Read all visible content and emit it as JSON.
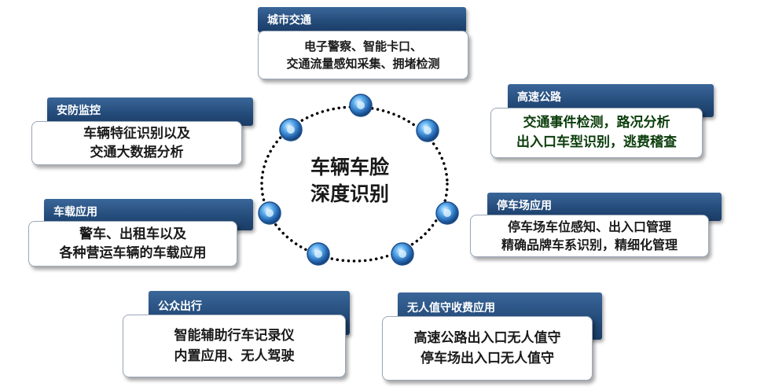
{
  "center": {
    "line1": "车辆车脸",
    "line2": "深度识别"
  },
  "cards": {
    "city": {
      "title": "城市交通",
      "lines": [
        "电子警察、智能卡口、",
        "交通流量感知采集、拥堵检测"
      ]
    },
    "highway": {
      "title": "高速公路",
      "lines": [
        "交通事件检测，路况分析",
        "出入口车型识别，逃费稽查"
      ]
    },
    "security": {
      "title": "安防监控",
      "lines": [
        "车辆特征识别以及",
        "交通大数据分析"
      ]
    },
    "parking": {
      "title": "停车场应用",
      "lines": [
        "停车场车位感知、出入口管理",
        "精确品牌车系识别，精细化管理"
      ]
    },
    "vehicle": {
      "title": "车载应用",
      "lines": [
        "警车、出租车以及",
        "各种营运车辆的车载应用"
      ]
    },
    "public": {
      "title": "公众出行",
      "lines": [
        "智能辅助行车记录仪",
        "内置应用、无人驾驶"
      ]
    },
    "unmanned": {
      "title": "无人值守收费应用",
      "lines": [
        "高速公路出入口无人值守",
        "停车场出入口无人值守"
      ]
    }
  },
  "colors": {
    "header": "#234a78",
    "node": "#2f78c4",
    "ring": "#000000",
    "highway_text": "#0b3d0b"
  },
  "icons": [
    "blue-node-icon"
  ]
}
